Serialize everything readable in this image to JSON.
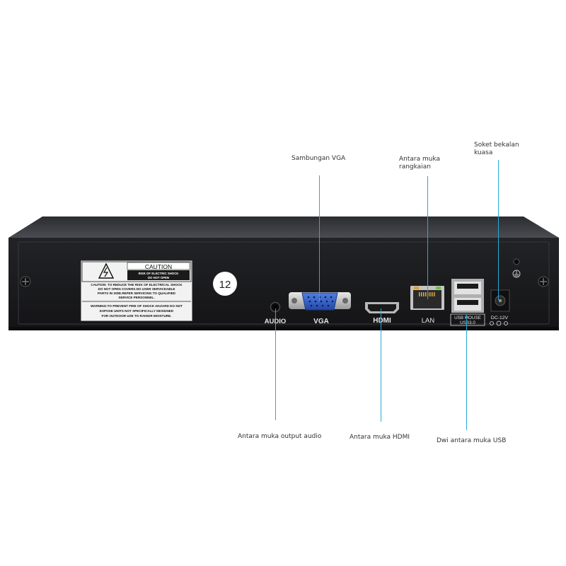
{
  "colors": {
    "leader": "#2aa7d8",
    "chassis_front": "#1a1a1c",
    "chassis_top": "#3b3d42",
    "vga_port": "#2f5fc8"
  },
  "callouts": {
    "vga": "Sambungan VGA",
    "network_line1": "Antara muka",
    "network_line2": "rangkaian",
    "power_line1": "Soket bekalan",
    "power_line2": "kuasa",
    "audio": "Antara muka output audio",
    "hdmi": "Antara muka HDMI",
    "usb": "Dwi antara muka USB"
  },
  "panel_labels": {
    "audio": "AUDIO",
    "vga": "VGA",
    "hdmi": "HDMI",
    "lan": "LAN",
    "usb_line1": "USB MOUSE",
    "usb_line2": "USB3.0",
    "dc": "DC-12V",
    "number_sticker": "12"
  },
  "caution_label": {
    "title": "CAUTION",
    "risk_line1": "RISK OF ELECTRIC SHOCK",
    "risk_line2": "DO NOT OPEN",
    "text1": "CAUTION: TO REDUCE THE RISK OF ELECTRICAL SHOCK",
    "text2": "DO NOT OPEN COVERS.NO USER SERVICEABLE",
    "text3": "PARTS IN SIDE.REFER SERVICING TO QUALIFIED",
    "text4": "SERVICE PERSONNEL.",
    "text5": "WARNING:TO PREVENT FIRE OF SHOCK HAZARD DO NOT",
    "text6": "EXPOSE UNITS NOT SPECIFICALLY DESIGNED",
    "text7": "FOR OUTDOOR USE TO RAINOR MOISTURE."
  },
  "icons": [
    "warning-triangle-icon",
    "ground-symbol-icon",
    "polarity-icon"
  ]
}
